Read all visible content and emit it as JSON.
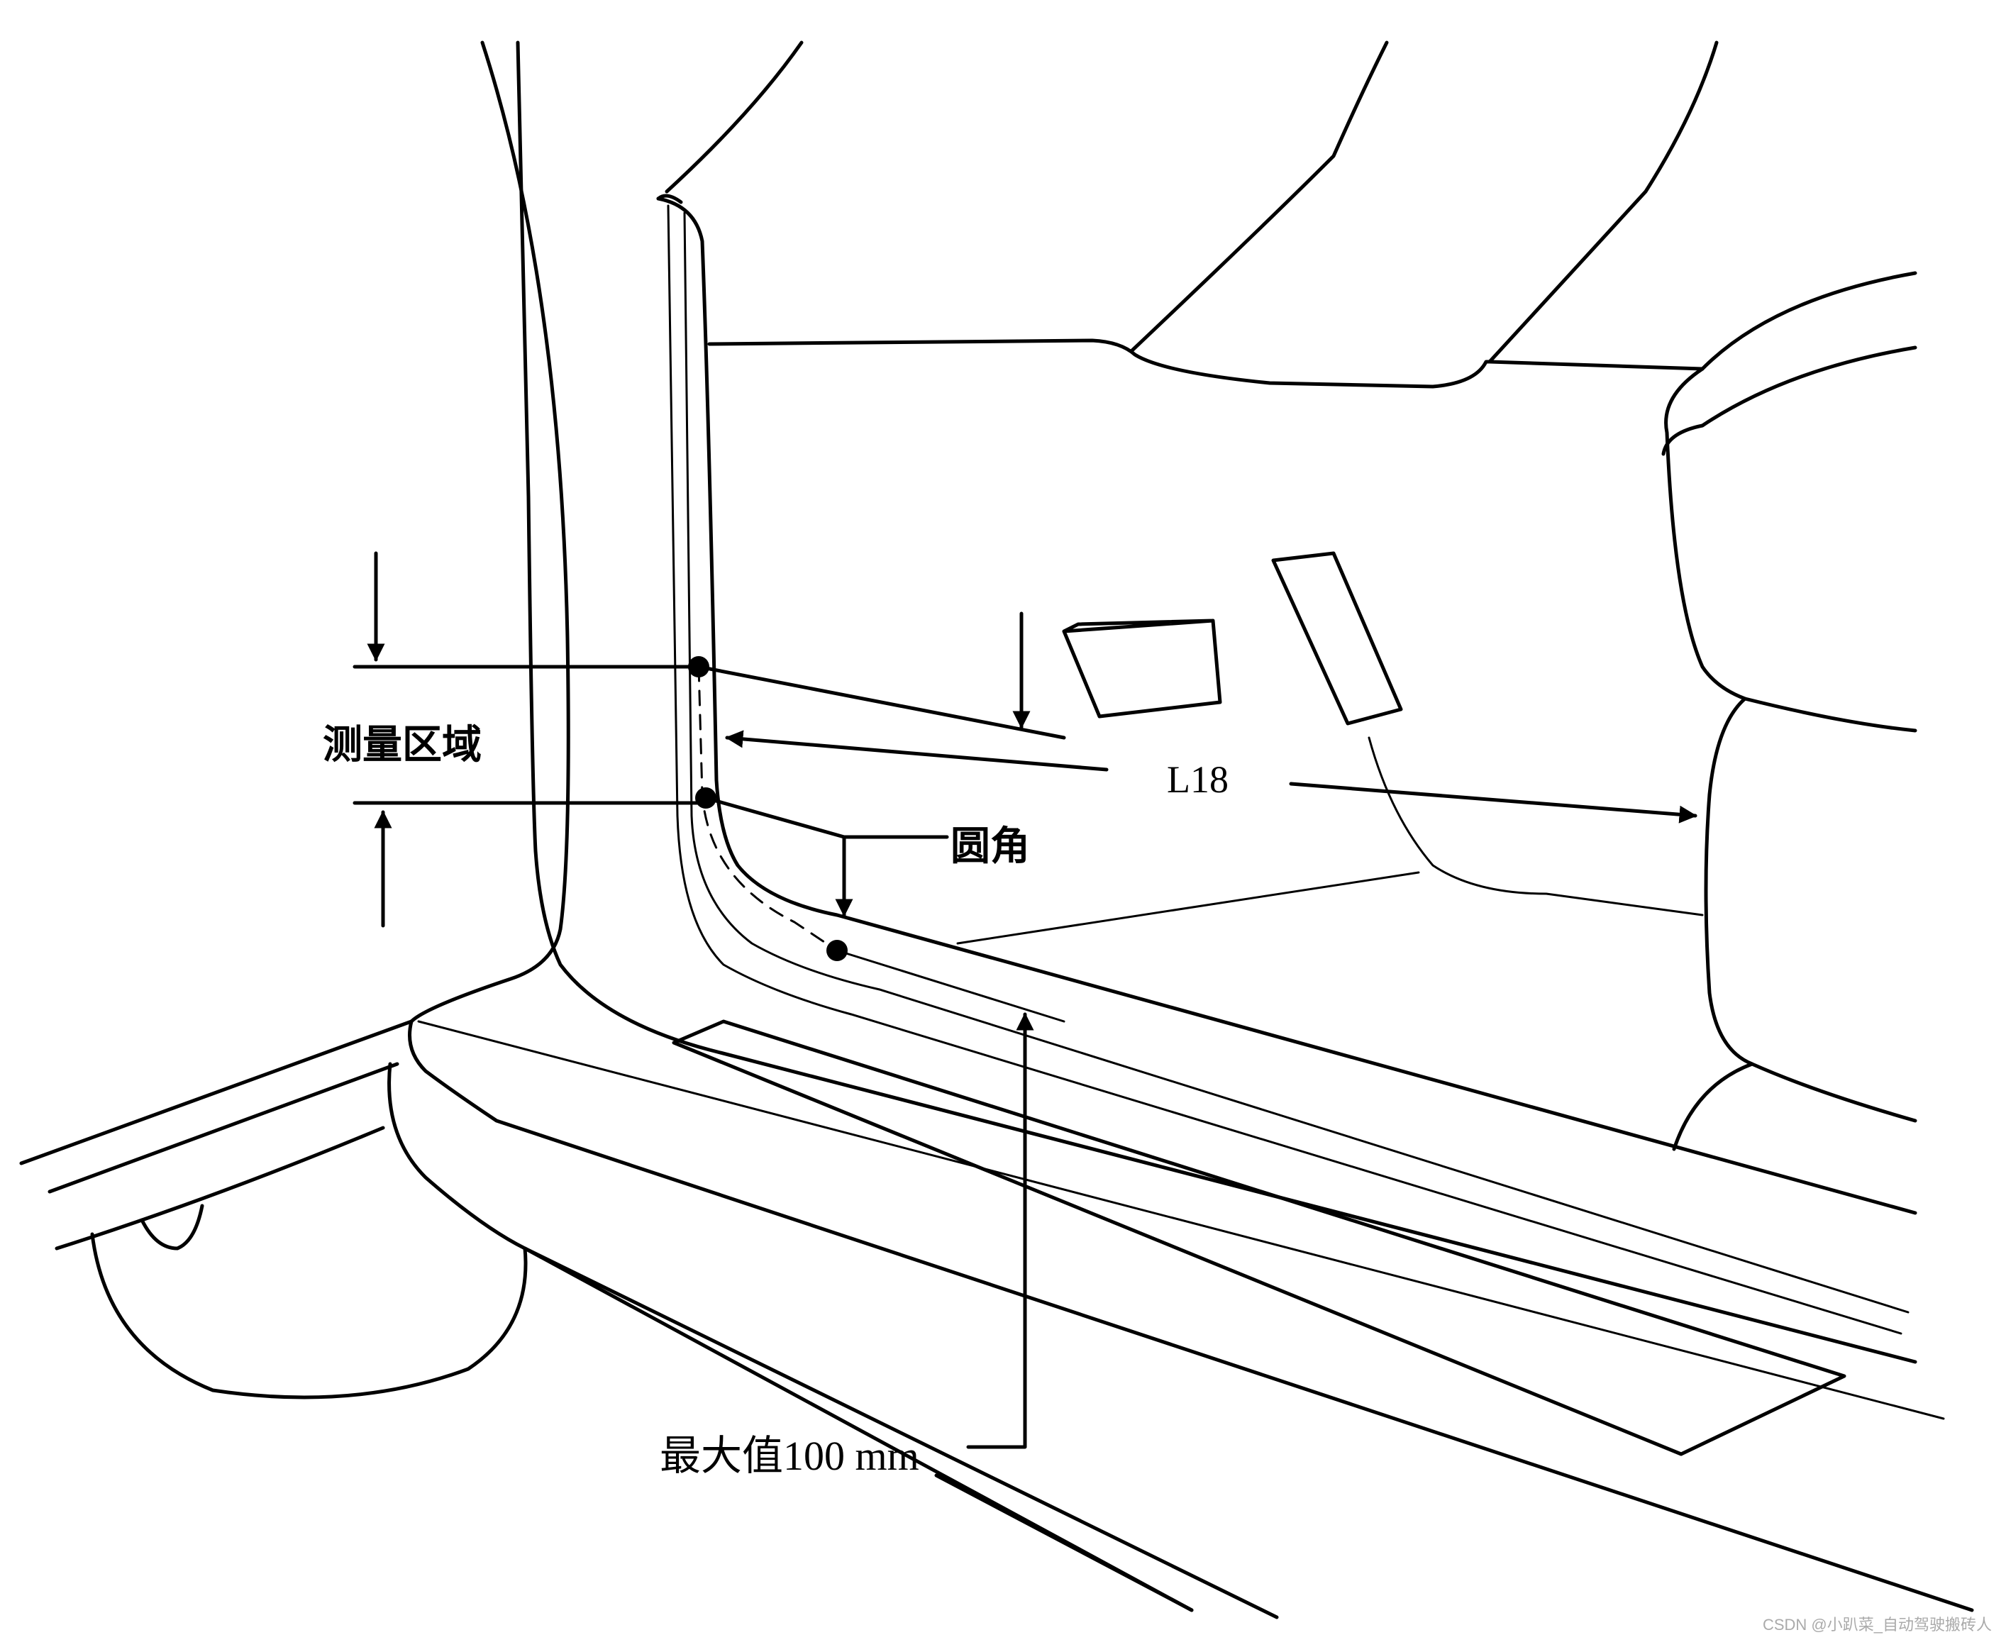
{
  "labels": {
    "measure_zone": "测量区域",
    "fillet": "圆角",
    "l18": "L18",
    "max_value": "最大值100 mm"
  },
  "watermark": "CSDN @小趴菜_自动驾驶搬砖人",
  "colors": {
    "ink": "#000000",
    "background": "#ffffff",
    "watermark": "#aaaaaa"
  }
}
